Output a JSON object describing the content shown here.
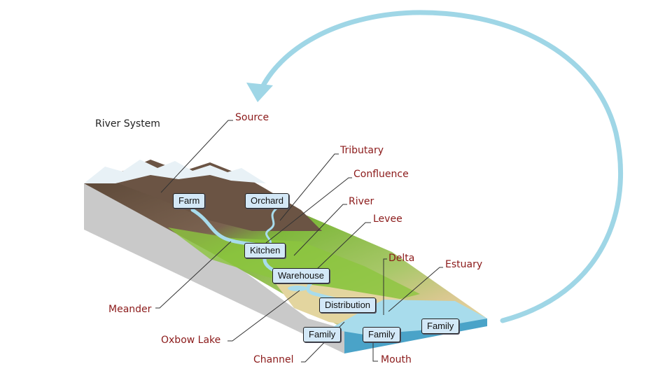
{
  "diagram": {
    "title": "River System",
    "features": {
      "source": "Source",
      "tributary": "Tributary",
      "confluence": "Confluence",
      "river": "River",
      "levee": "Levee",
      "delta": "Delta",
      "estuary": "Estuary",
      "meander": "Meander",
      "oxbow_lake": "Oxbow Lake",
      "channel": "Channel",
      "mouth": "Mouth"
    },
    "boxes": {
      "farm": "Farm",
      "orchard": "Orchard",
      "kitchen": "Kitchen",
      "warehouse": "Warehouse",
      "distribution": "Distribution",
      "family_left": "Family",
      "family_middle": "Family",
      "family_right": "Family"
    },
    "colors": {
      "label_text": "#8b1a1a",
      "box_fill": "#d3e8f7",
      "cycle_arrow": "#9fd6e6",
      "water": "#a8dcec",
      "grass": "#8cc63f",
      "rock": "#6b5444",
      "snow": "#e8f1f6"
    }
  }
}
